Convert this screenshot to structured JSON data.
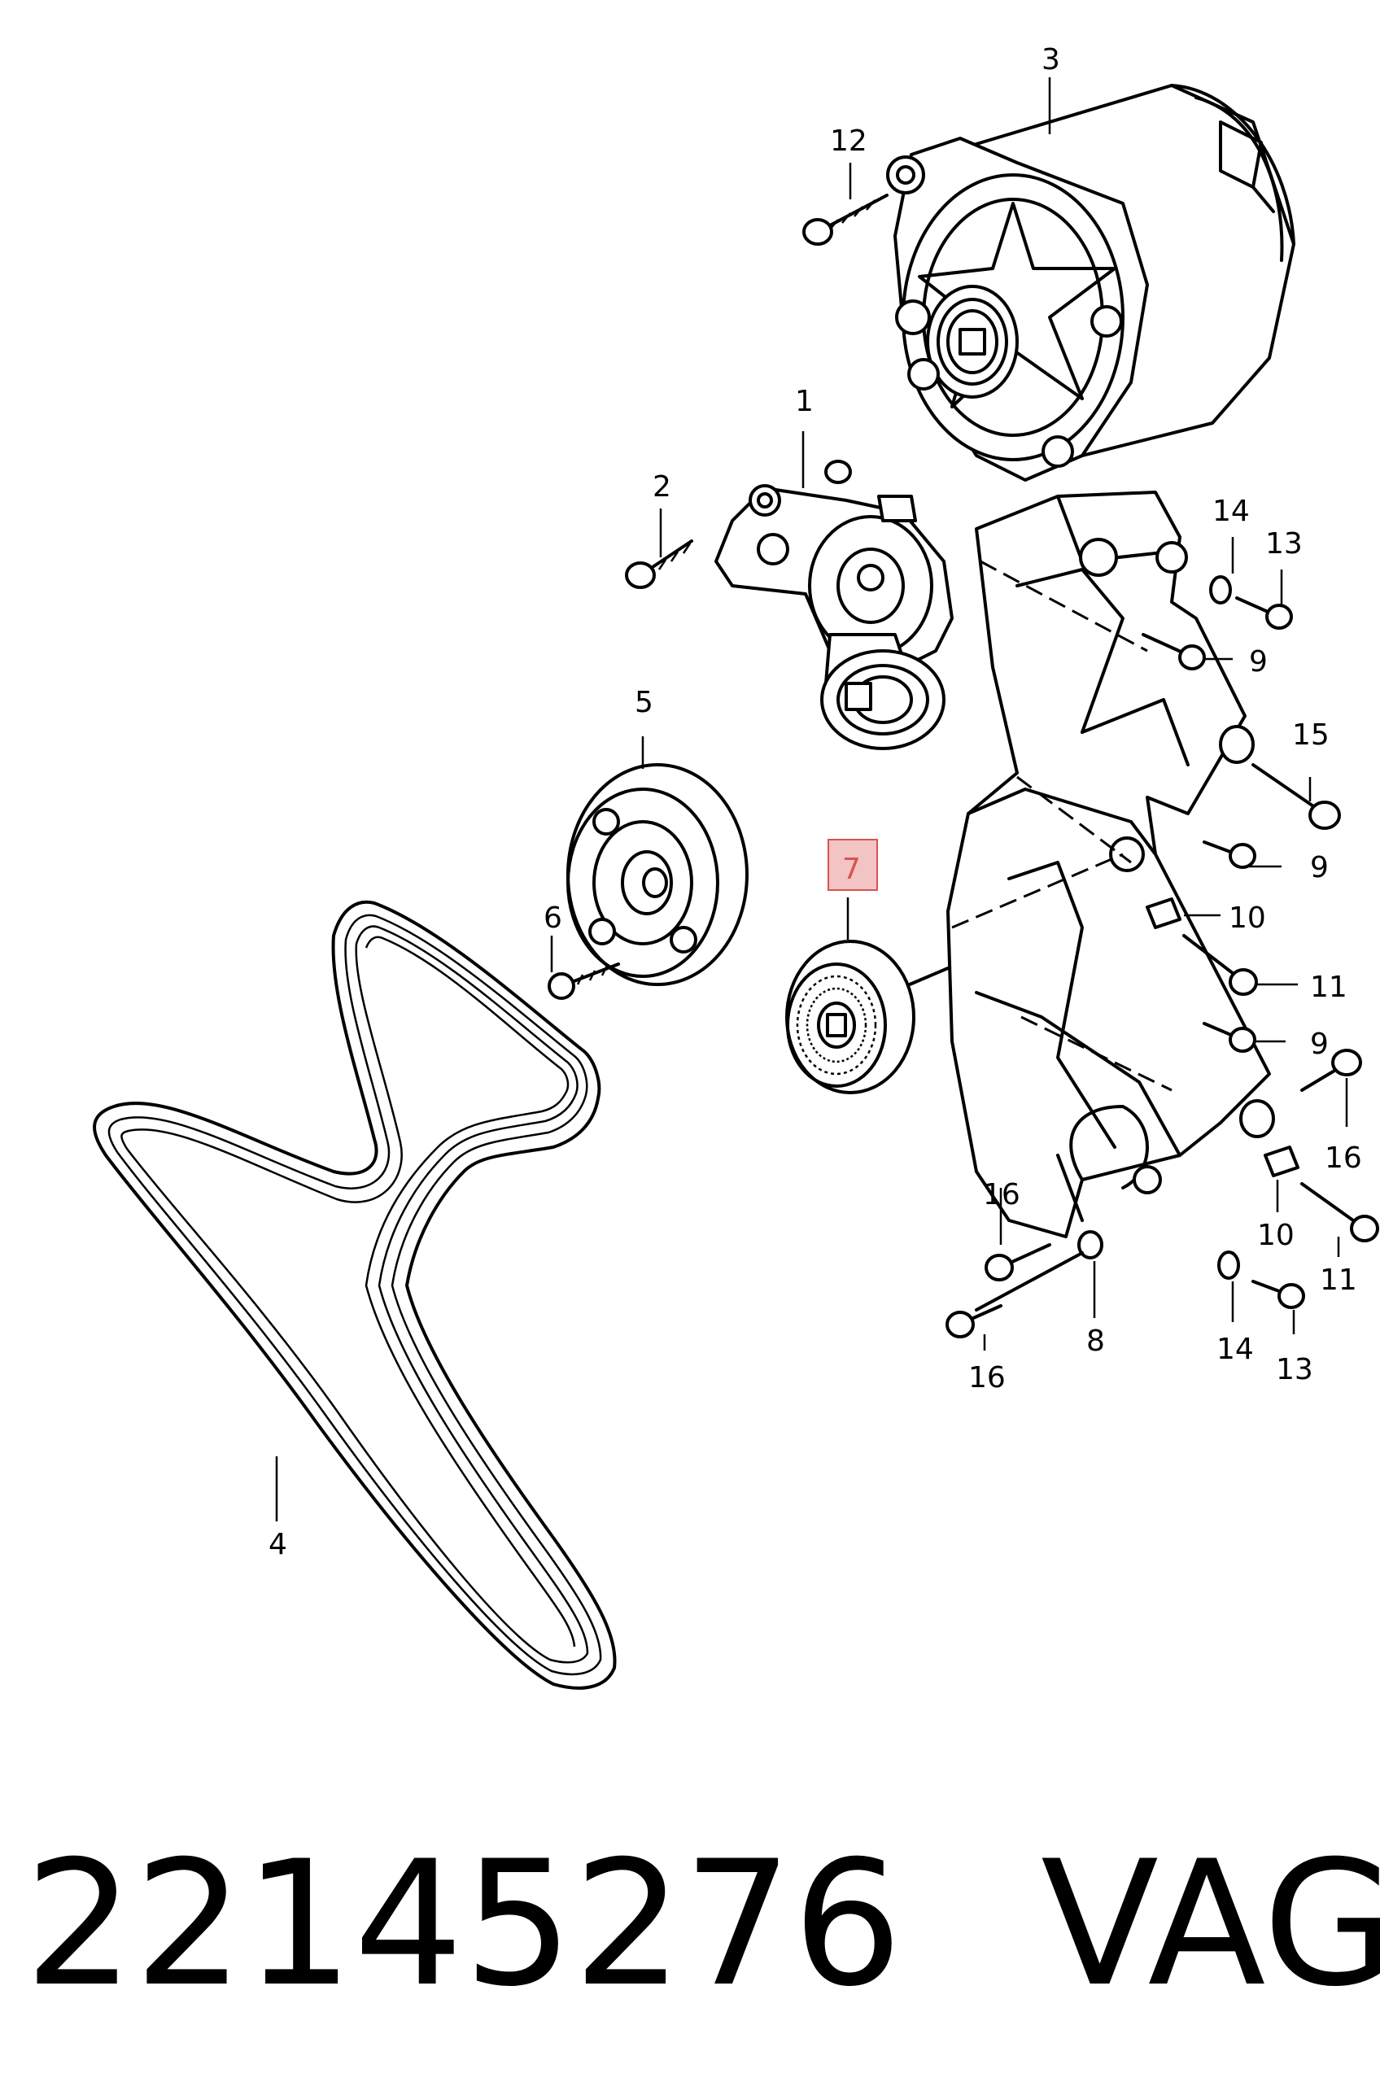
{
  "labels": {
    "l1": "1",
    "l2": "2",
    "l3": "3",
    "l4": "4",
    "l5": "5",
    "l6": "6",
    "l7": "7",
    "l8": "8",
    "l9a": "9",
    "l9b": "9",
    "l9c": "9",
    "l10a": "10",
    "l10b": "10",
    "l11a": "11",
    "l11b": "11",
    "l12": "12",
    "l13a": "13",
    "l13b": "13",
    "l14a": "14",
    "l14b": "14",
    "l15": "15",
    "l16a": "16",
    "l16b": "16",
    "l16c": "16"
  },
  "highlight": {
    "part": "7",
    "box_color": "#f2c4c4",
    "box_border": "#d9534f"
  },
  "footer": {
    "part_number": "22145276",
    "brand": "VAG"
  }
}
